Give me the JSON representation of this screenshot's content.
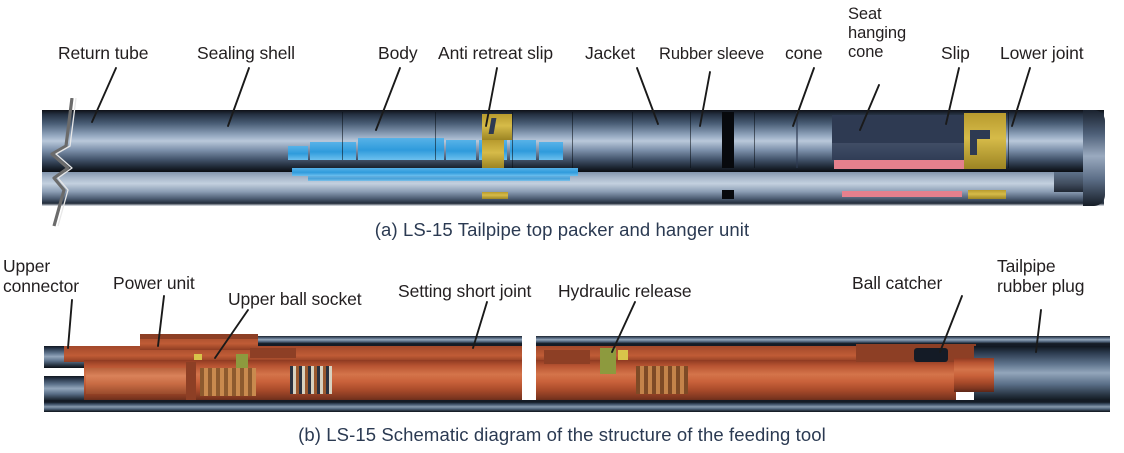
{
  "figure_a": {
    "caption": "(a)  LS-15  Tailpipe top packer and hanger unit",
    "labels": [
      {
        "id": "return-tube",
        "text": "Return tube"
      },
      {
        "id": "sealing-shell",
        "text": "Sealing shell"
      },
      {
        "id": "body",
        "text": "Body"
      },
      {
        "id": "anti-retreat-slip",
        "text": "Anti retreat slip"
      },
      {
        "id": "jacket",
        "text": "Jacket"
      },
      {
        "id": "rubber-sleeve",
        "text": "Rubber sleeve"
      },
      {
        "id": "cone",
        "text": "cone"
      },
      {
        "id": "seat-hanging-cone",
        "text": "Seat hanging cone"
      },
      {
        "id": "slip",
        "text": "Slip"
      },
      {
        "id": "lower-joint",
        "text": "Lower joint"
      }
    ]
  },
  "figure_b": {
    "caption": "(b)  LS-15 Schematic diagram of the structure of the feeding tool",
    "labels": [
      {
        "id": "upper-connector",
        "text": "Upper connector"
      },
      {
        "id": "power-unit",
        "text": "Power unit"
      },
      {
        "id": "upper-ball-socket",
        "text": "Upper ball socket"
      },
      {
        "id": "setting-short-joint",
        "text": "Setting short joint"
      },
      {
        "id": "hydraulic-release",
        "text": "Hydraulic release"
      },
      {
        "id": "ball-catcher",
        "text": "Ball catcher"
      },
      {
        "id": "tailpipe-rubber-plug",
        "text": "Tailpipe rubber plug"
      }
    ]
  },
  "colors": {
    "text": "#231f20",
    "caption": "#2b3a52",
    "steel_blue": "#7f93ad",
    "rust_orange": "#c9613a",
    "gold": "#c3a734",
    "light_blue": "#2f9bdc",
    "navy": "#2e3a52",
    "pink": "#e5808d",
    "background": "#ffffff"
  }
}
